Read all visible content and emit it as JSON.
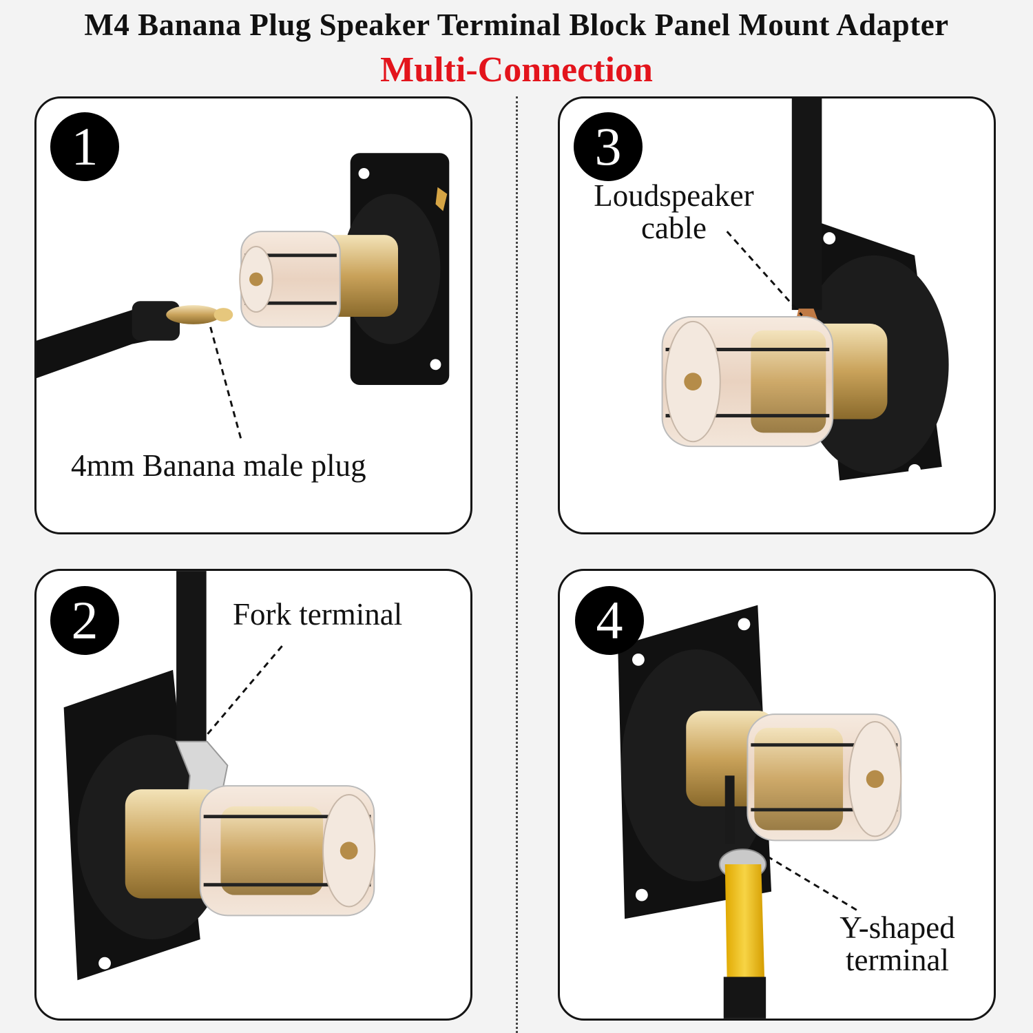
{
  "header": {
    "title": "M4 Banana Plug Speaker Terminal Block Panel Mount Adapter",
    "subtitle": "Multi-Connection"
  },
  "colors": {
    "title": "#111111",
    "subtitle": "#e3141c",
    "panel_border": "#151515",
    "badge": "#000000",
    "terminal_brass": "#c9a25a",
    "y_terminal": "#f1c21b"
  },
  "panels": [
    {
      "number": "1",
      "label": "4mm Banana male plug"
    },
    {
      "number": "2",
      "label": "Fork terminal"
    },
    {
      "number": "3",
      "label_line1": "Loudspeaker",
      "label_line2": "cable"
    },
    {
      "number": "4",
      "label_line1": "Y-shaped",
      "label_line2": "terminal"
    }
  ]
}
